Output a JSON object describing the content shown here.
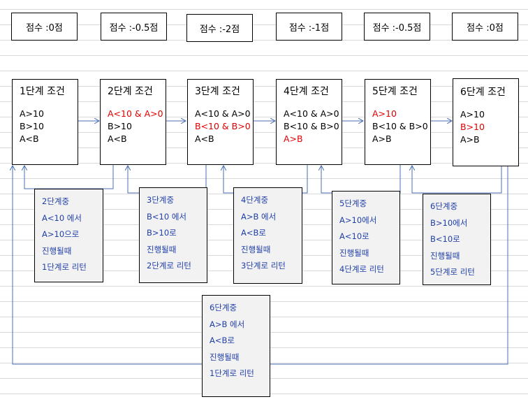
{
  "scores": [
    "점수 :0점",
    "점수 :-0.5점",
    "점수 :-2점",
    "점수 :-1점",
    "점수 :-0.5점",
    "점수 :0점"
  ],
  "stages": [
    {
      "title": "1단계 조건",
      "conditions": [
        {
          "text": "A>10",
          "color": "#000000"
        },
        {
          "text": "B>10",
          "color": "#000000"
        },
        {
          "text": "A<B",
          "color": "#000000"
        }
      ]
    },
    {
      "title": "2단계 조건",
      "conditions": [
        {
          "text": "A<10 & A>0",
          "color": "#e00000"
        },
        {
          "text": "B>10",
          "color": "#000000"
        },
        {
          "text": "A<B",
          "color": "#000000"
        }
      ]
    },
    {
      "title": "3단계 조건",
      "conditions": [
        {
          "text": "A<10 & A>0",
          "color": "#000000"
        },
        {
          "text": "B<10 & B>0",
          "color": "#e00000"
        },
        {
          "text": "A<B",
          "color": "#000000"
        }
      ]
    },
    {
      "title": "4단계 조건",
      "conditions": [
        {
          "text": "A<10 & A>0",
          "color": "#000000"
        },
        {
          "text": "B<10 & B>0",
          "color": "#000000"
        },
        {
          "text": "A>B",
          "color": "#e00000"
        }
      ]
    },
    {
      "title": "5단계 조건",
      "conditions": [
        {
          "text": "A>10",
          "color": "#e00000"
        },
        {
          "text": "B<10 & B>0",
          "color": "#000000"
        },
        {
          "text": "A>B",
          "color": "#000000"
        }
      ]
    },
    {
      "title": "6단계 조건",
      "conditions": [
        {
          "text": "A>10",
          "color": "#000000"
        },
        {
          "text": "B>10",
          "color": "#e00000"
        },
        {
          "text": "A>B",
          "color": "#000000"
        }
      ]
    }
  ],
  "notes": [
    {
      "lines": [
        "2단계중",
        "A<10 에서",
        "A>10으로",
        "진행될때",
        "1단계로 리턴"
      ]
    },
    {
      "lines": [
        "3단계중",
        "B<10 에서",
        "B>10로",
        "진행될때",
        "2단계로 리턴"
      ]
    },
    {
      "lines": [
        "4단계중",
        "A>B 에서",
        "A<B로",
        "진행될때",
        "3단계로 리턴"
      ]
    },
    {
      "lines": [
        "5단계중",
        "A>10에서",
        "A<10로",
        "진행될때",
        "4단계로 리턴"
      ]
    },
    {
      "lines": [
        "6단계중",
        "B>10에서",
        "B<10로",
        "진행될때",
        "5단계로 리턴"
      ]
    },
    {
      "lines": [
        "6단계중",
        "A>B 에서",
        "A<B로",
        "진행될때",
        "1단계로 리턴"
      ]
    }
  ],
  "colors": {
    "connector": "#4a6fb5",
    "note_text": "#1f3fa8",
    "highlight": "#e00000",
    "note_bg": "#f2f2f2"
  }
}
